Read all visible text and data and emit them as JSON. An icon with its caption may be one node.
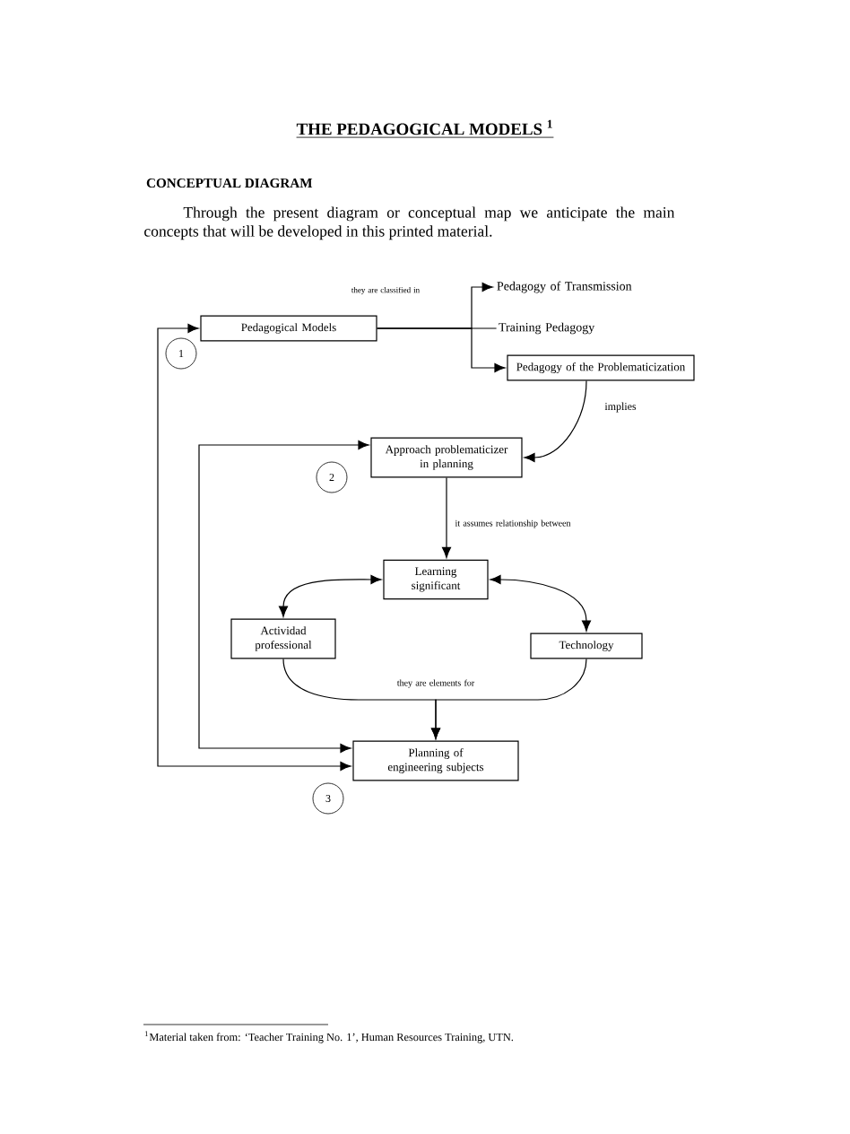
{
  "diagram": {
    "title": "THE PEDAGOGICAL MODELS $^{1}$",
    "nodes": [
      {
        "text": [
          "Pedagogical Models"
        ]
      },
      {
        "text": [
          "Pedagogy of Transmission"
        ]
      },
      {
        "text": [
          "Training Pedagogy"
        ]
      },
      {
        "text": [
          "Pedagogy of the Problematicization"
        ]
      },
      {
        "text": [
          "Approach problematicizer in planning"
        ]
      },
      {
        "text": [
          "Learning significant"
        ]
      },
      {
        "text": [
          "Actividad professional"
        ]
      },
      {
        "text": [
          "Technology"
        ]
      },
      {
        "text": [
          "Planning of engineering subjects"
        ]
      },
      {
        "text": [
          "1"
        ]
      },
      {
        "text": [
          "2"
        ]
      },
      {
        "text": [
          "3"
        ]
      }
    ],
    "edges": [
      {
        "from": 0,
        "to": 1,
        "arrow": "to",
        "label": "they are classified in"
      },
      {
        "from": 0,
        "to": 2,
        "arrow": "none"
      },
      {
        "from": 0,
        "to": 3,
        "arrow": "to"
      },
      {
        "from": 3,
        "to": 4,
        "arrow": "to",
        "label": "implies"
      },
      {
        "from": 4,
        "to": 5,
        "arrow": "to",
        "label": "it assumes relationship between"
      },
      {
        "from": 5,
        "to": 6,
        "arrow": "both"
      },
      {
        "from": 5,
        "to": 7,
        "arrow": "both"
      },
      {
        "from": 6,
        "to": 8,
        "arrow": "to",
        "label": "they are elements for"
      },
      {
        "from": 7,
        "to": 8,
        "arrow": "to"
      },
      {
        "from": 0,
        "to": 8,
        "arrow": "both"
      },
      {
        "from": 4,
        "to": 8,
        "arrow": "both"
      }
    ],
    "labels": [
      "CONCEPTUAL DIAGRAM",
      "Through the present diagram or conceptual map we anticipate the main concepts that will be developed in this printed material.",
      "$^{1}$Material taken from: ‘Teacher Training No. 1’, Human Resources Training, UTN."
    ]
  }
}
